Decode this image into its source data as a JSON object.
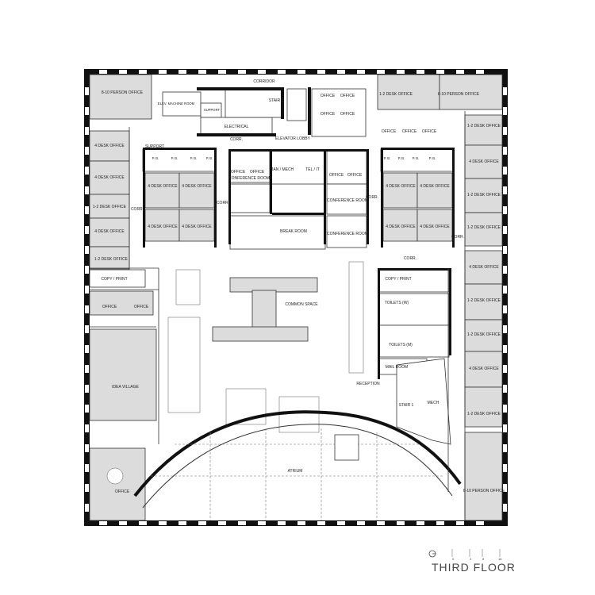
{
  "title": "THIRD FLOOR",
  "scale_ticks": [
    "0",
    "4",
    "8",
    "16"
  ],
  "labels": {
    "corridor": "CORRIDOR",
    "office_8_10": "8-10 PERSON OFFICE",
    "elev_machine": "ELEV. MACHINE ROOM",
    "support": "SUPPORT",
    "stair2": "STAIR 2",
    "electrical": "ELECTRICAL",
    "corr": "CORR.",
    "elevator_lobby": "ELEVATOR LOBBY",
    "office": "OFFICE",
    "office_1_2": "1-2 DESK OFFICE",
    "office_4": "4 DESK OFFICE",
    "pb": "P. B.",
    "jan_mech": "JAN / MECH",
    "tel_it": "TEL / IT",
    "conference": "CONFERENCE ROOM",
    "break_room": "BREAK ROOM",
    "copy_print": "COPY / PRINT",
    "common_space": "COMMON SPACE",
    "toilets_w": "TOILETS (W)",
    "toilets_m": "TOILETS (M)",
    "mail_room": "MAIL ROOM",
    "reception": "RECEPTION",
    "stair1": "STAIR 1",
    "mech": "MECH",
    "idea_village": "IDEA VILLAGE",
    "atrium": "ATRIUM"
  }
}
